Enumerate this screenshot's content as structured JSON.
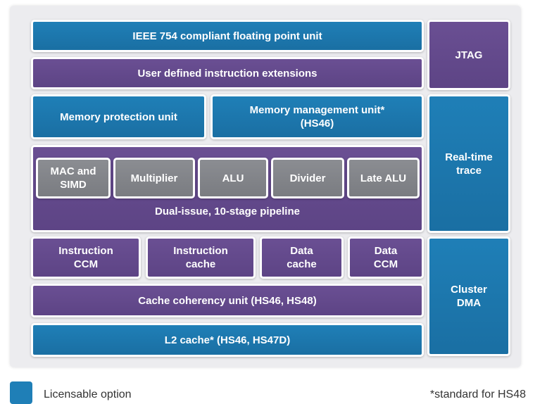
{
  "blocks": {
    "fpu": "IEEE 754 compliant floating point unit",
    "udie": "User defined instruction extensions",
    "jtag": "JTAG",
    "mpu": "Memory protection unit",
    "mmu": "Memory management unit*\n(HS46)",
    "rtt": "Real-time\ntrace",
    "mac": "MAC and\nSIMD",
    "multiplier": "Multiplier",
    "alu": "ALU",
    "divider": "Divider",
    "late_alu": "Late ALU",
    "pipeline": "Dual-issue, 10-stage pipeline",
    "iccm": "Instruction\nCCM",
    "icache": "Instruction\ncache",
    "dcache": "Data\ncache",
    "dccm": "Data\nCCM",
    "cdma": "Cluster\nDMA",
    "ccu": "Cache coherency unit (HS46, HS48)",
    "l2": "L2 cache* (HS46, HS47D)"
  },
  "legend": {
    "label": "Licensable option",
    "swatch_color": "#1f7fb7"
  },
  "footnote": "*standard for HS48",
  "colors": {
    "blue": "#1f7fb7",
    "purple": "#5d4485",
    "grey": "#7a7c81"
  }
}
